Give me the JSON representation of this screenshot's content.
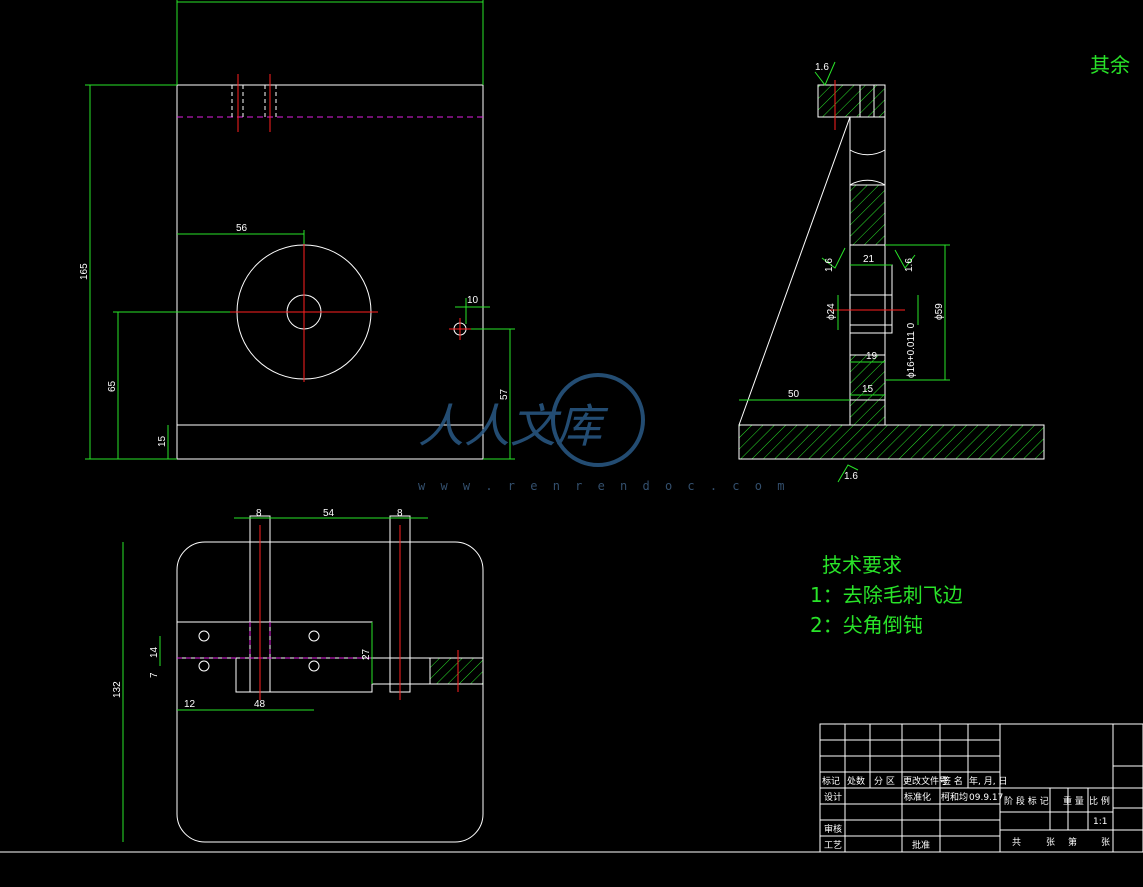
{
  "top_view": {
    "dims": {
      "d56": "56",
      "d10": "10",
      "d165": "165",
      "d65": "65",
      "d57": "57",
      "d15": "15"
    }
  },
  "side_view": {
    "roughness_top": "1.6",
    "roughness_left": "1.6",
    "roughness_right": "1.6",
    "roughness_bottom": "1.6",
    "dims": {
      "d21": "21",
      "d24": "ϕ24",
      "d59": "ϕ59",
      "d16": "ϕ16+0.011\n0",
      "d19": "19",
      "d50": "50",
      "d15": "15"
    }
  },
  "front_view": {
    "dims": {
      "d8a": "8",
      "d54": "54",
      "d8b": "8",
      "d14": "14",
      "d7": "7",
      "d27": "27",
      "d132": "132",
      "d12": "12",
      "d48": "48"
    }
  },
  "rest_note": "其余",
  "tech_requirements": {
    "title": "技术要求",
    "items": [
      "1：去除毛刺飞边",
      "2：尖角倒钝"
    ]
  },
  "watermark": {
    "text": "人人文库",
    "url": "w w w . r e n r e n d o c . c o m"
  },
  "title_block": {
    "header_cells": [
      "标记",
      "处数",
      "分 区",
      "更改文件号",
      "签 名",
      "年, 月, 日"
    ],
    "design": "设计",
    "standardize": "标准化",
    "standardize_name": "柯和均",
    "date": "09.9.17",
    "review": "审核",
    "process": "工艺",
    "approve": "批准",
    "stage_cells": [
      "阶 段 标 记",
      "重 量",
      "比 例"
    ],
    "scale": "1:1",
    "sheet_cells": [
      "共",
      "张",
      "第",
      "张"
    ]
  },
  "colors": {
    "line": "#ffffff",
    "dimension": "#29e329",
    "center": "#ff2020",
    "hidden": "#e020e0",
    "hatch": "#29e329",
    "note": "#29e329"
  }
}
